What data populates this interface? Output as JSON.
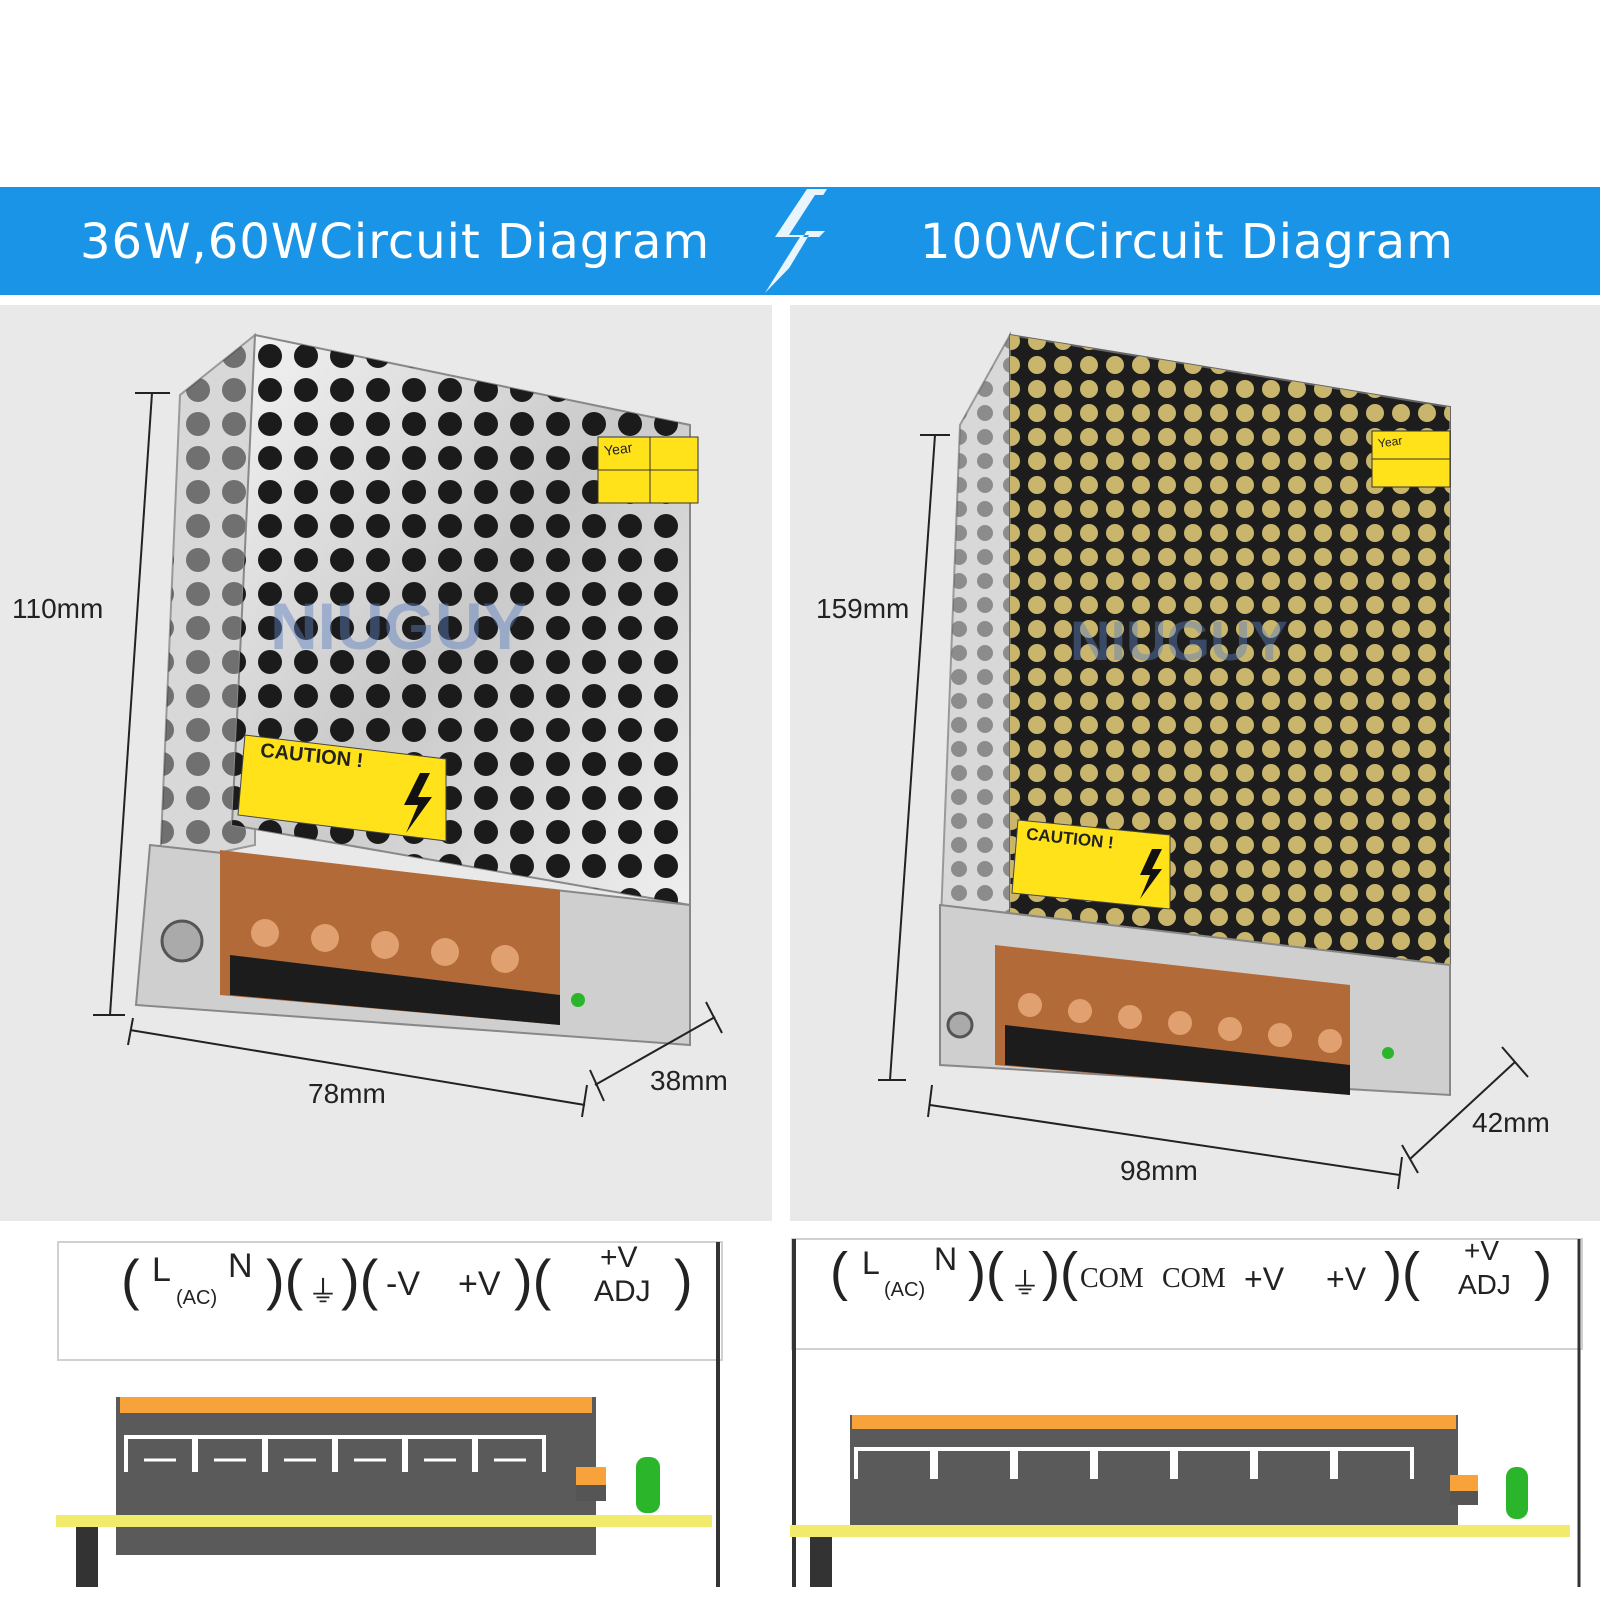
{
  "banner": {
    "left_title": "36W,60WCircuit Diagram",
    "right_title": "100WCircuit Diagram",
    "color": "#1a94e6",
    "icon": "lightning-icon"
  },
  "left_unit": {
    "height": "110mm",
    "width": "78mm",
    "depth": "38mm",
    "caution": "CAUTION !",
    "date_label": "Year",
    "brand_watermark": "NIUGUY",
    "terminals": {
      "l": "L",
      "ac": "(AC)",
      "n": "N",
      "minus_v": "-V",
      "plus_v": "+V",
      "adj_v": "+V",
      "adj": "ADJ"
    }
  },
  "right_unit": {
    "height": "159mm",
    "width": "98mm",
    "depth": "42mm",
    "caution": "CAUTION !",
    "date_label": "Year",
    "brand_watermark": "NIUGUY",
    "terminals": {
      "l": "L",
      "ac": "(AC)",
      "n": "N",
      "com1": "COM",
      "com2": "COM",
      "plus_v1": "+V",
      "plus_v2": "+V",
      "adj_v": "+V",
      "adj": "ADJ"
    }
  },
  "colors": {
    "orange_bar": "#f7a23a",
    "terminal_block": "#5a5a5a",
    "led_green": "#2bb52b",
    "pcb_yellow": "#f2ea6a",
    "caution_yellow": "#ffe21a"
  }
}
